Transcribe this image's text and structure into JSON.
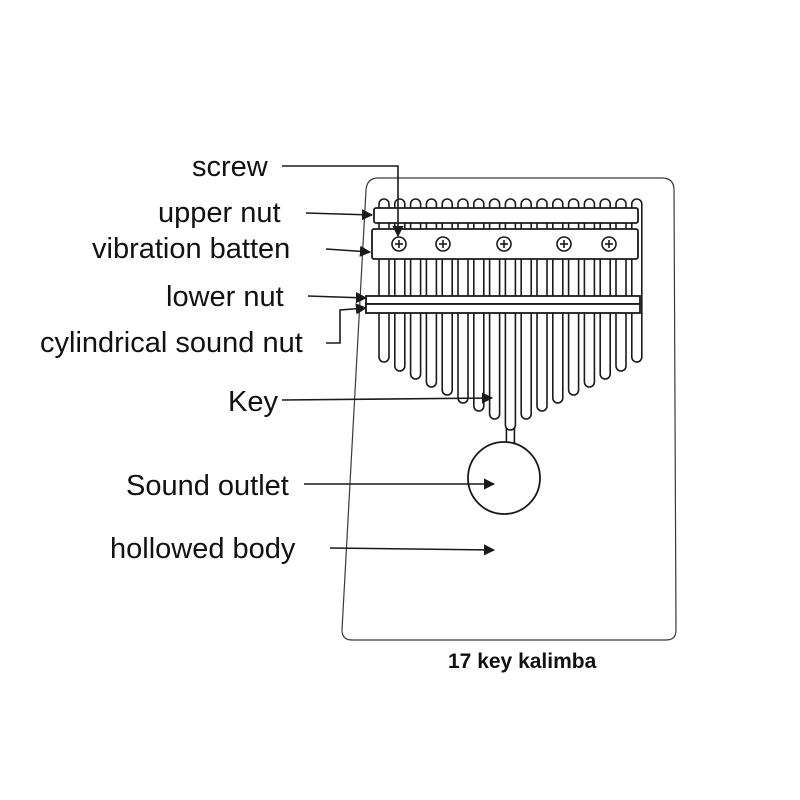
{
  "diagram": {
    "labels": {
      "screw": "screw",
      "upper_nut": "upper nut",
      "vibration_batten": "vibration batten",
      "lower_nut": "lower nut",
      "cylindrical_sound_nut": "cylindrical sound nut",
      "key": "Key",
      "sound_outlet": "Sound outlet",
      "hollowed_body": "hollowed body"
    },
    "caption": "17 key kalimba",
    "key_count": 17,
    "key_bottom_y": [
      362,
      371,
      379,
      387,
      395,
      403,
      411,
      419,
      430,
      419,
      411,
      403,
      395,
      387,
      379,
      371,
      362
    ]
  }
}
